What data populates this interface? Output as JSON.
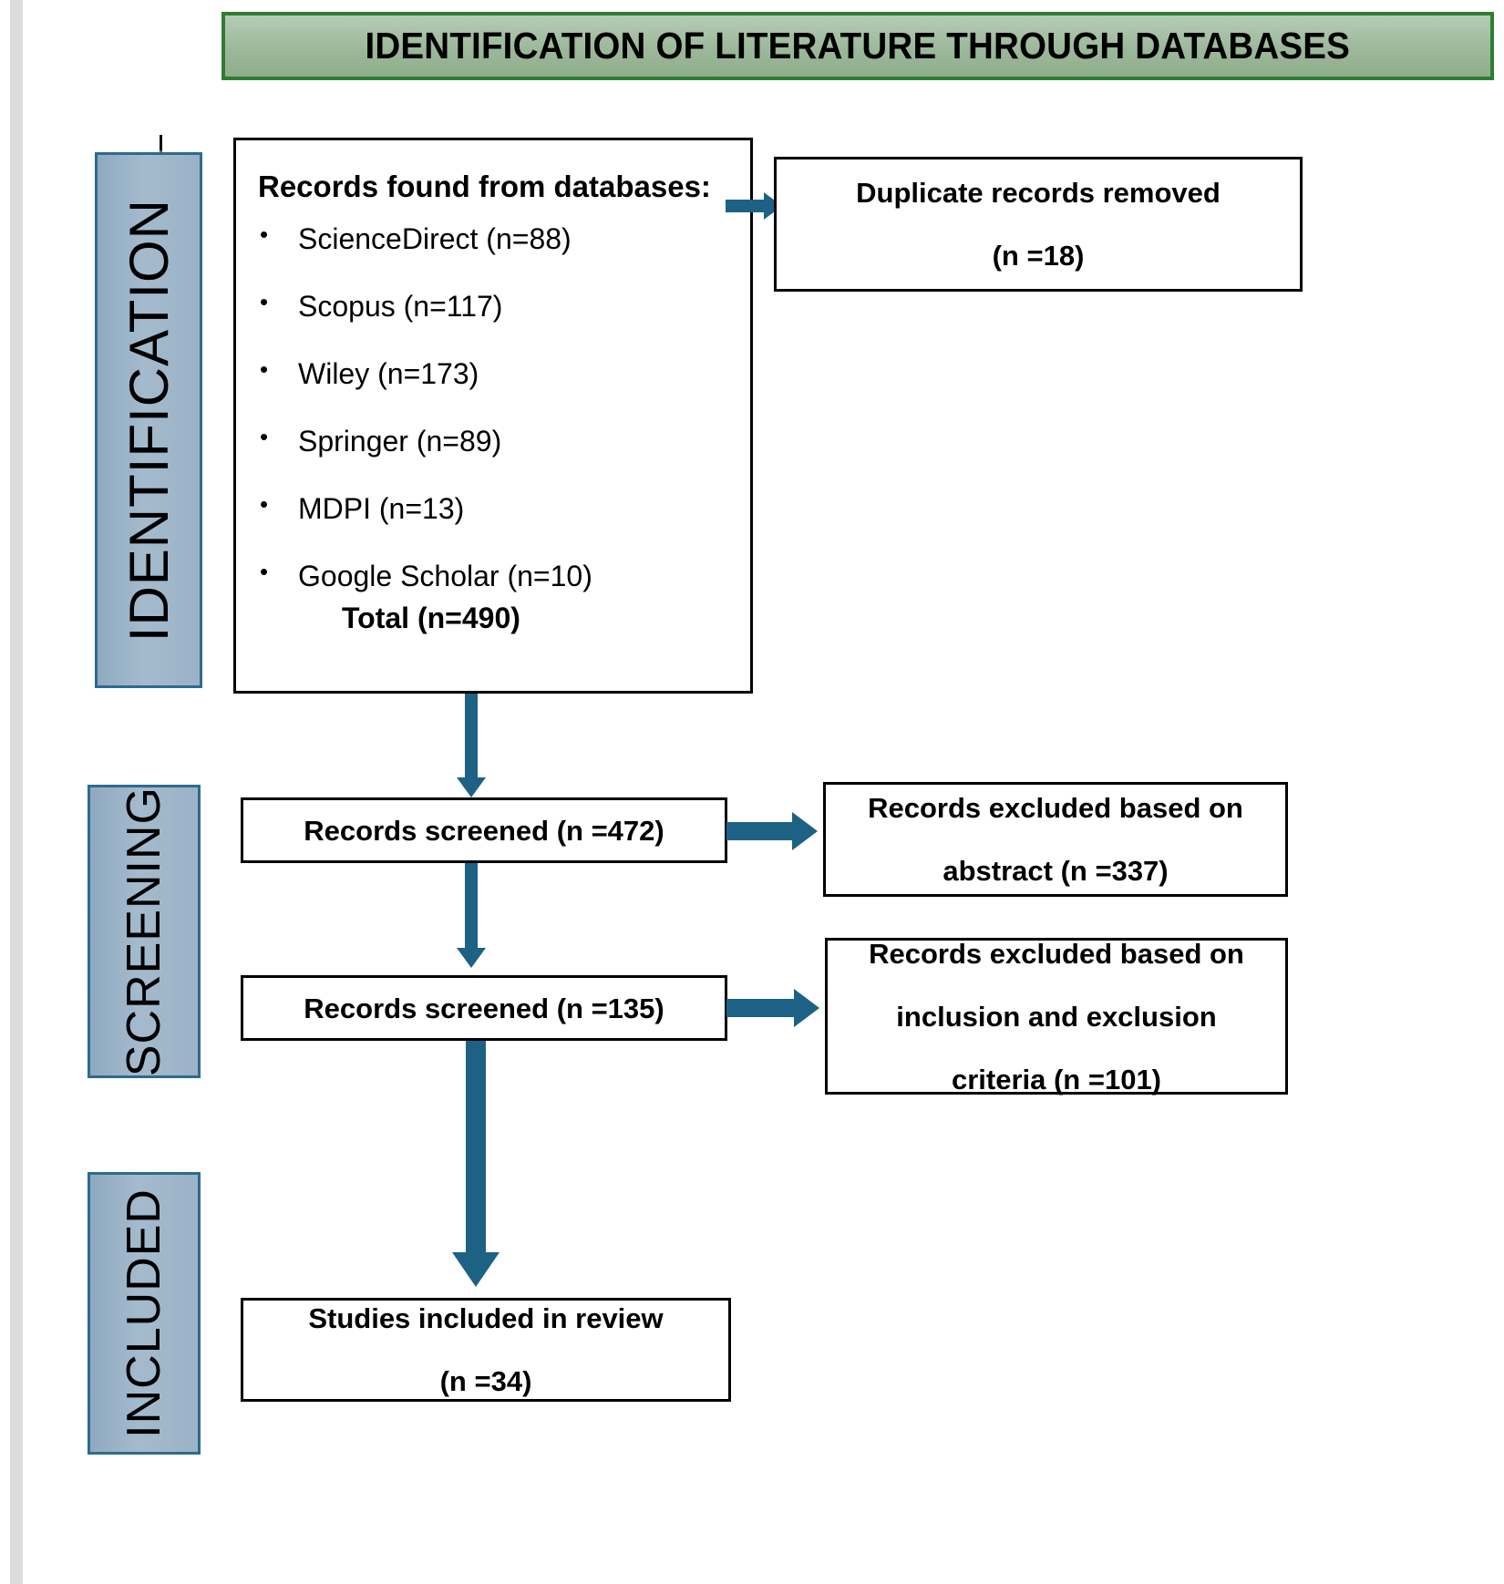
{
  "header": {
    "title": "IDENTIFICATION OF LITERATURE THROUGH DATABASES",
    "bg_color": "#9cb89a",
    "border_color": "#2f7d32"
  },
  "stages": [
    {
      "label": "IDENTIFICATION"
    },
    {
      "label": "SCREENING"
    },
    {
      "label": "INCLUDED"
    }
  ],
  "colors": {
    "stage_fill": "#9bb2c6",
    "stage_border": "#2e6b8e",
    "arrow": "#1d6185",
    "box_border": "#000000"
  },
  "records_box": {
    "title": "Records found from databases:",
    "sources": [
      "ScienceDirect (n=88)",
      "Scopus (n=117)",
      "Wiley (n=173)",
      "Springer (n=89)",
      "MDPI (n=13)",
      "Google Scholar (n=10)"
    ],
    "total": "Total (n=490)"
  },
  "duplicates_box": {
    "line1": "Duplicate records removed",
    "line2": "(n =18)"
  },
  "screened_1": {
    "line1": "Records screened (n =472)"
  },
  "excluded_1": {
    "line1": "Records excluded based on",
    "line2": "abstract (n =337)"
  },
  "screened_2": {
    "line1": "Records screened (n =135)"
  },
  "excluded_2": {
    "line1": "Records excluded based on",
    "line2": "inclusion and exclusion",
    "line3": "criteria (n =101)"
  },
  "included_box": {
    "line1": "Studies included in review",
    "line2": "(n =34)"
  },
  "chart_data": {
    "type": "table",
    "title": "PRISMA flow diagram - Identification of literature through databases",
    "stages": [
      {
        "stage": "IDENTIFICATION",
        "records_identified": 490,
        "sources": [
          {
            "name": "ScienceDirect",
            "n": 88
          },
          {
            "name": "Scopus",
            "n": 117
          },
          {
            "name": "Wiley",
            "n": 173
          },
          {
            "name": "Springer",
            "n": 89
          },
          {
            "name": "MDPI",
            "n": 13
          },
          {
            "name": "Google Scholar",
            "n": 10
          }
        ],
        "excluded": [
          {
            "reason": "Duplicate records removed",
            "n": 18
          }
        ]
      },
      {
        "stage": "SCREENING",
        "screened": [
          472,
          135
        ],
        "excluded": [
          {
            "reason": "Records excluded based on abstract",
            "n": 337
          },
          {
            "reason": "Records excluded based on inclusion and exclusion criteria",
            "n": 101
          }
        ]
      },
      {
        "stage": "INCLUDED",
        "included": 34,
        "label": "Studies included in review"
      }
    ]
  }
}
